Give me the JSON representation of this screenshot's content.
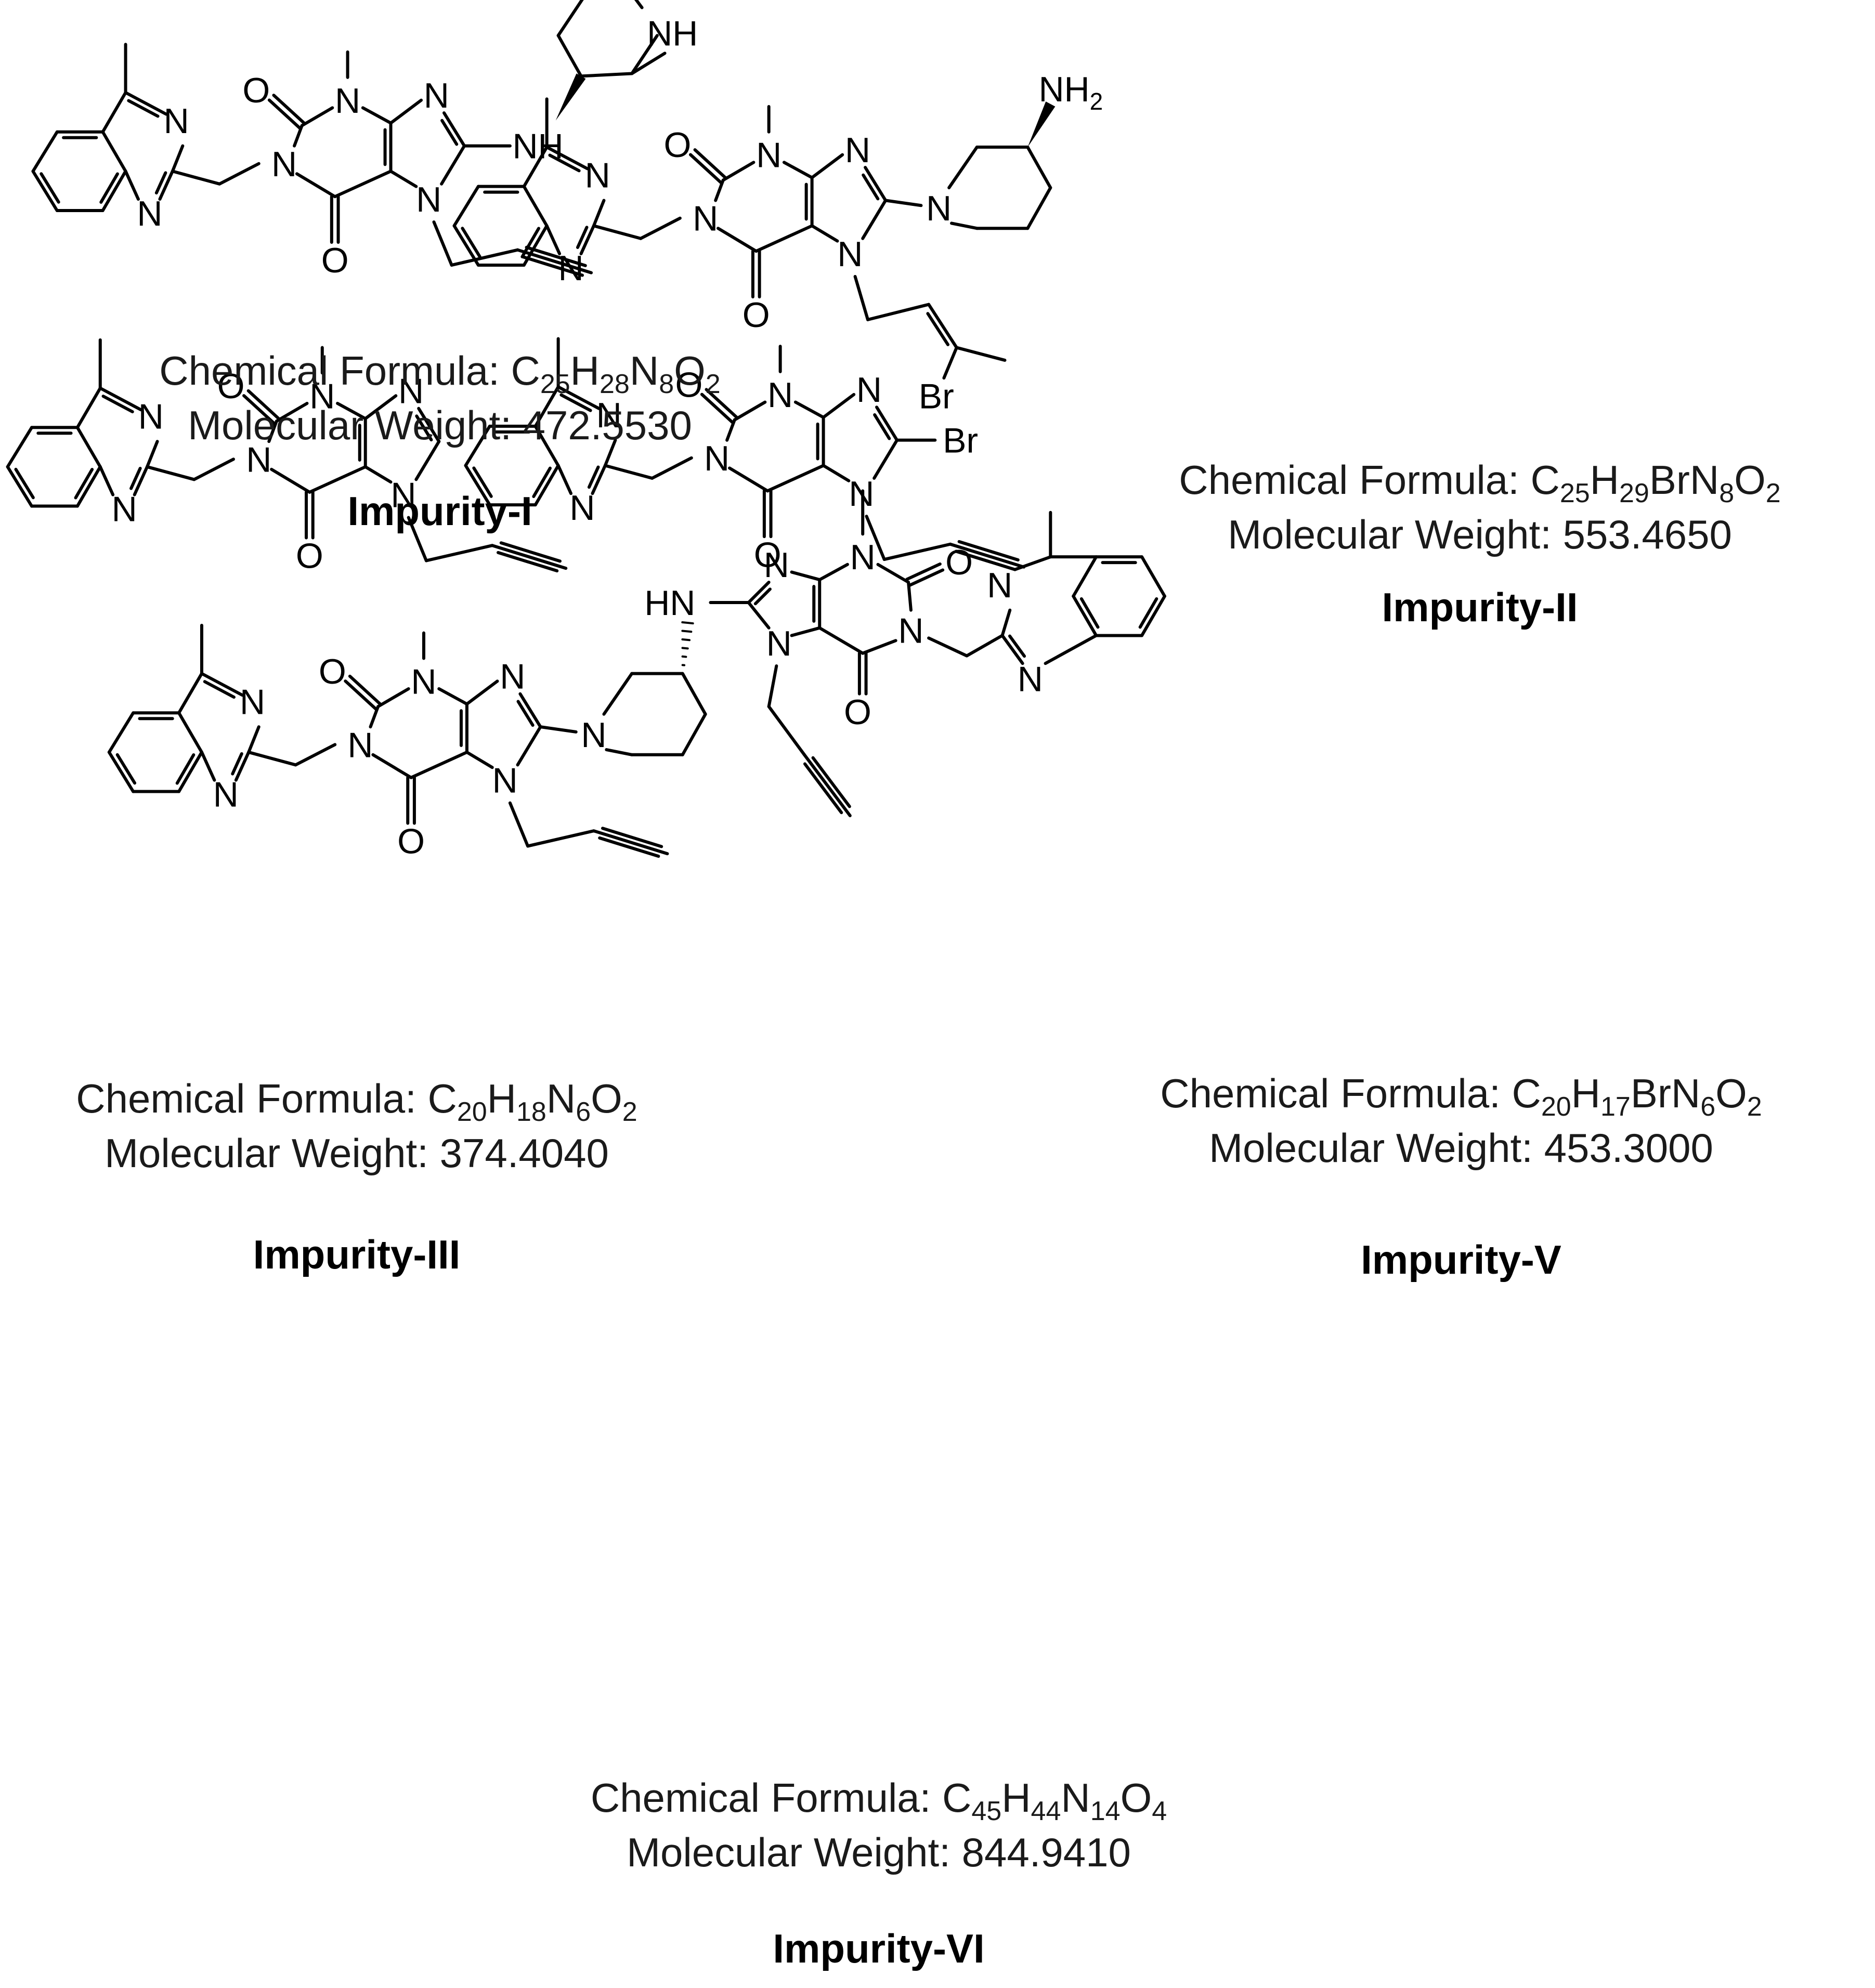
{
  "atoms": {
    "N": "N",
    "O": "O",
    "NH": "NH",
    "HN": "HN",
    "Br": "Br",
    "NH2": "NH",
    "NH2_sub": "2"
  },
  "compounds": [
    {
      "id": "impurity-1",
      "name": "Impurity-I",
      "formula": {
        "label": "Chemical Formula: ",
        "parts": [
          "C",
          "25",
          "H",
          "28",
          "N",
          "8",
          "O",
          "2"
        ]
      },
      "weight": "Molecular Weight: 472.5530"
    },
    {
      "id": "impurity-2",
      "name": "Impurity-II",
      "formula": {
        "label": "Chemical Formula: ",
        "parts": [
          "C",
          "25",
          "H",
          "29",
          "BrN",
          "8",
          "O",
          "2"
        ]
      },
      "weight": "Molecular Weight: 553.4650"
    },
    {
      "id": "impurity-3",
      "name": "Impurity-III",
      "formula": {
        "label": "Chemical Formula: ",
        "parts": [
          "C",
          "20",
          "H",
          "18",
          "N",
          "6",
          "O",
          "2"
        ]
      },
      "weight": "Molecular Weight: 374.4040"
    },
    {
      "id": "impurity-5",
      "name": "Impurity-V",
      "formula": {
        "label": "Chemical Formula: ",
        "parts": [
          "C",
          "20",
          "H",
          "17",
          "BrN",
          "6",
          "O",
          "2"
        ]
      },
      "weight": "Molecular Weight: 453.3000"
    },
    {
      "id": "impurity-6",
      "name": "Impurity-VI",
      "formula": {
        "label": "Chemical Formula: ",
        "parts": [
          "C",
          "45",
          "H",
          "44",
          "N",
          "14",
          "O",
          "4"
        ]
      },
      "weight": "Molecular Weight: 844.9410"
    }
  ]
}
